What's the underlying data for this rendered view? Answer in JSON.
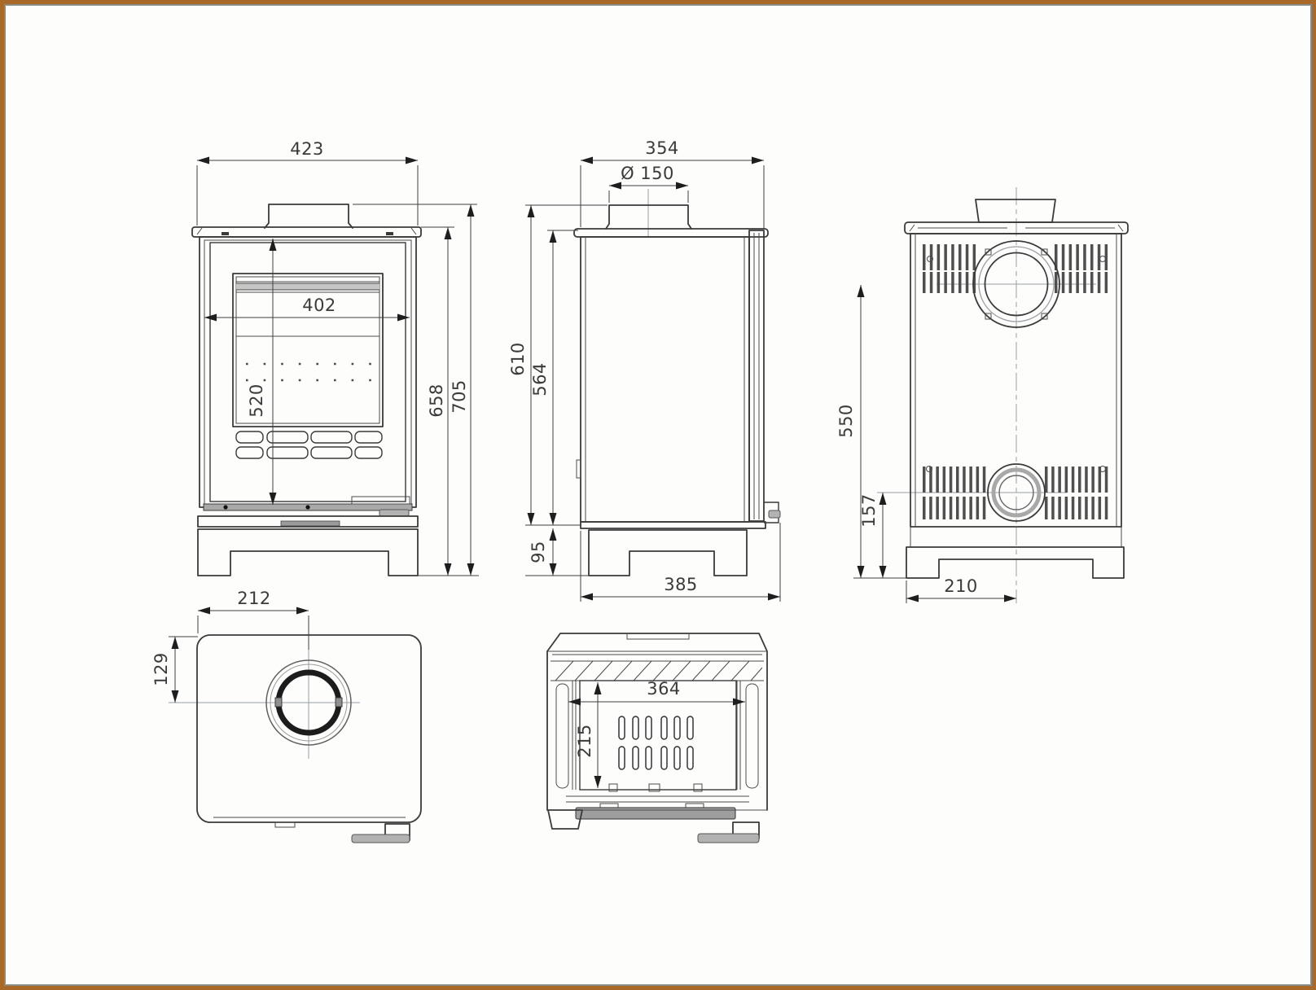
{
  "drawing": {
    "type": "technical dimensional drawing",
    "subject": "wood burning stove - orthographic views (front, side, rear, top, firebox)",
    "units": "mm",
    "palette": {
      "frame": "#a96a29",
      "frame_inner_line": "#8b8b85",
      "paper": "#fdfdfc",
      "ink": "#3a3a3a",
      "light_line": "#98a0a4",
      "metal_gray": "#b2b2b2"
    },
    "views": {
      "front": {
        "dimensions": {
          "overall_width": "423",
          "door_width": "402",
          "door_height": "520",
          "body_height": "658",
          "overall_height": "705"
        }
      },
      "side": {
        "dimensions": {
          "top_depth": "354",
          "flue_diameter": "Ø 150",
          "flue_collar_height": "610",
          "top_plate_height": "564",
          "base_height": "95",
          "base_depth": "385"
        }
      },
      "rear": {
        "dimensions": {
          "top_outlet_center_height": "550",
          "lower_outlet_center_height": "157",
          "outlet_center_from_left": "210"
        }
      },
      "top": {
        "dimensions": {
          "flue_center_from_left": "212",
          "flue_center_from_rear": "129"
        }
      },
      "firebox": {
        "dimensions": {
          "opening_width": "364",
          "opening_height": "215"
        }
      }
    }
  }
}
